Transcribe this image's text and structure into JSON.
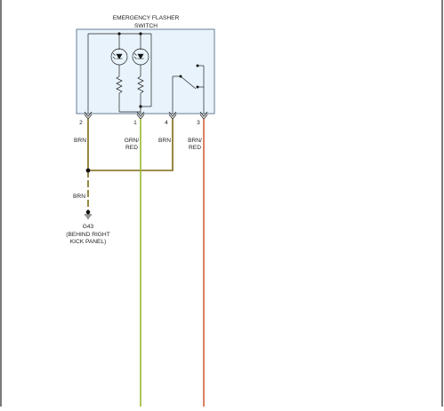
{
  "switch": {
    "title_line1": "EMERGENCY FLASHER",
    "title_line2": "SWITCH"
  },
  "pins": [
    {
      "number": "2",
      "wire_lines": [
        "BRN"
      ],
      "color": "brown"
    },
    {
      "number": "1",
      "wire_lines": [
        "GRN/",
        "RED"
      ],
      "color": "green"
    },
    {
      "number": "4",
      "wire_lines": [
        "BRN"
      ],
      "color": "brown"
    },
    {
      "number": "3",
      "wire_lines": [
        "BRN/",
        "RED"
      ],
      "color": "orange"
    }
  ],
  "ground": {
    "wire_label": "BRN",
    "name": "G43",
    "location_line1": "(BEHIND RIGHT",
    "location_line2": "KICK PANEL)"
  },
  "colors": {
    "brown": "#7d6a15",
    "green": "#9ab830",
    "orange": "#d2623a",
    "box_fill": "#e8f3fb",
    "box_stroke": "#45607a",
    "frame": "#222222"
  }
}
